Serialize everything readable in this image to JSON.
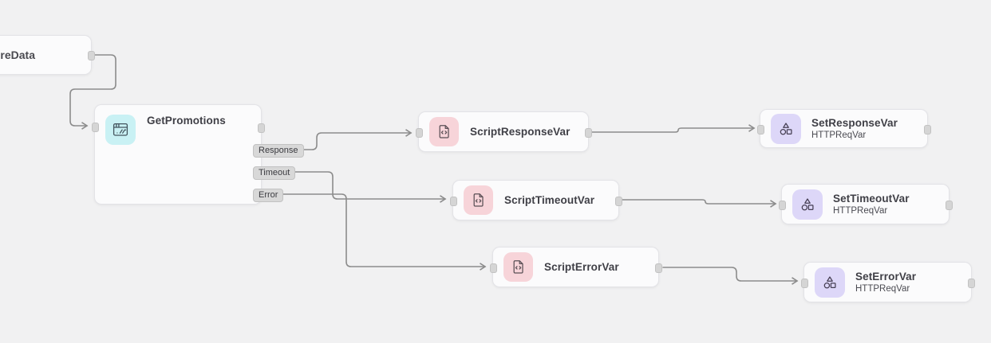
{
  "canvas": {
    "background": "#f1f1f2",
    "edge_color": "#8c8c8c",
    "node_background": "#fbfbfc",
    "node_border": "#e3e3e7",
    "port_color": "#d5d5d5",
    "label_background": "#d8d8d8",
    "http_icon_background": "#c9f1f4",
    "script_icon_background": "#f7d4d9",
    "set_icon_background": "#ddd7f8"
  },
  "nodes": {
    "capture_data": {
      "title": "ureData"
    },
    "get_promotions": {
      "title": "GetPromotions",
      "icon": "http-window-icon",
      "outputs": {
        "response": "Response",
        "timeout": "Timeout",
        "error": "Error"
      }
    },
    "script_response_var": {
      "title": "ScriptResponseVar",
      "icon": "script-code-icon"
    },
    "script_timeout_var": {
      "title": "ScriptTimeoutVar",
      "icon": "script-code-icon"
    },
    "script_error_var": {
      "title": "ScriptErrorVar",
      "icon": "script-code-icon"
    },
    "set_response_var": {
      "title": "SetResponseVar",
      "subtitle": "HTTPReqVar",
      "icon": "shapes-variable-icon"
    },
    "set_timeout_var": {
      "title": "SetTimeoutVar",
      "subtitle": "HTTPReqVar",
      "icon": "shapes-variable-icon"
    },
    "set_error_var": {
      "title": "SetErrorVar",
      "subtitle": "HTTPReqVar",
      "icon": "shapes-variable-icon"
    }
  }
}
